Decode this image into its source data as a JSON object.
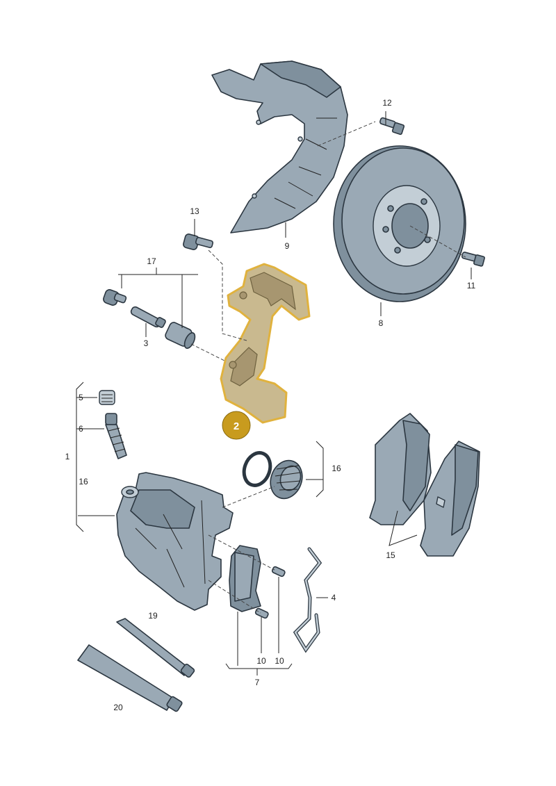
{
  "labels": {
    "l1": "1",
    "l2": "2",
    "l3": "3",
    "l4": "4",
    "l5": "5",
    "l6": "6",
    "l7": "7",
    "l8": "8",
    "l9": "9",
    "l10a": "10",
    "l10b": "10",
    "l11": "11",
    "l12": "12",
    "l13": "13",
    "l15": "15",
    "l16a": "16",
    "l16b": "16",
    "l17": "17",
    "l19": "19",
    "l20": "20"
  },
  "colors": {
    "part": "#9aa9b5",
    "highlight_fill": "#c9b98f",
    "highlight_outline": "#e0b23e",
    "badge": "#c89b1e"
  }
}
